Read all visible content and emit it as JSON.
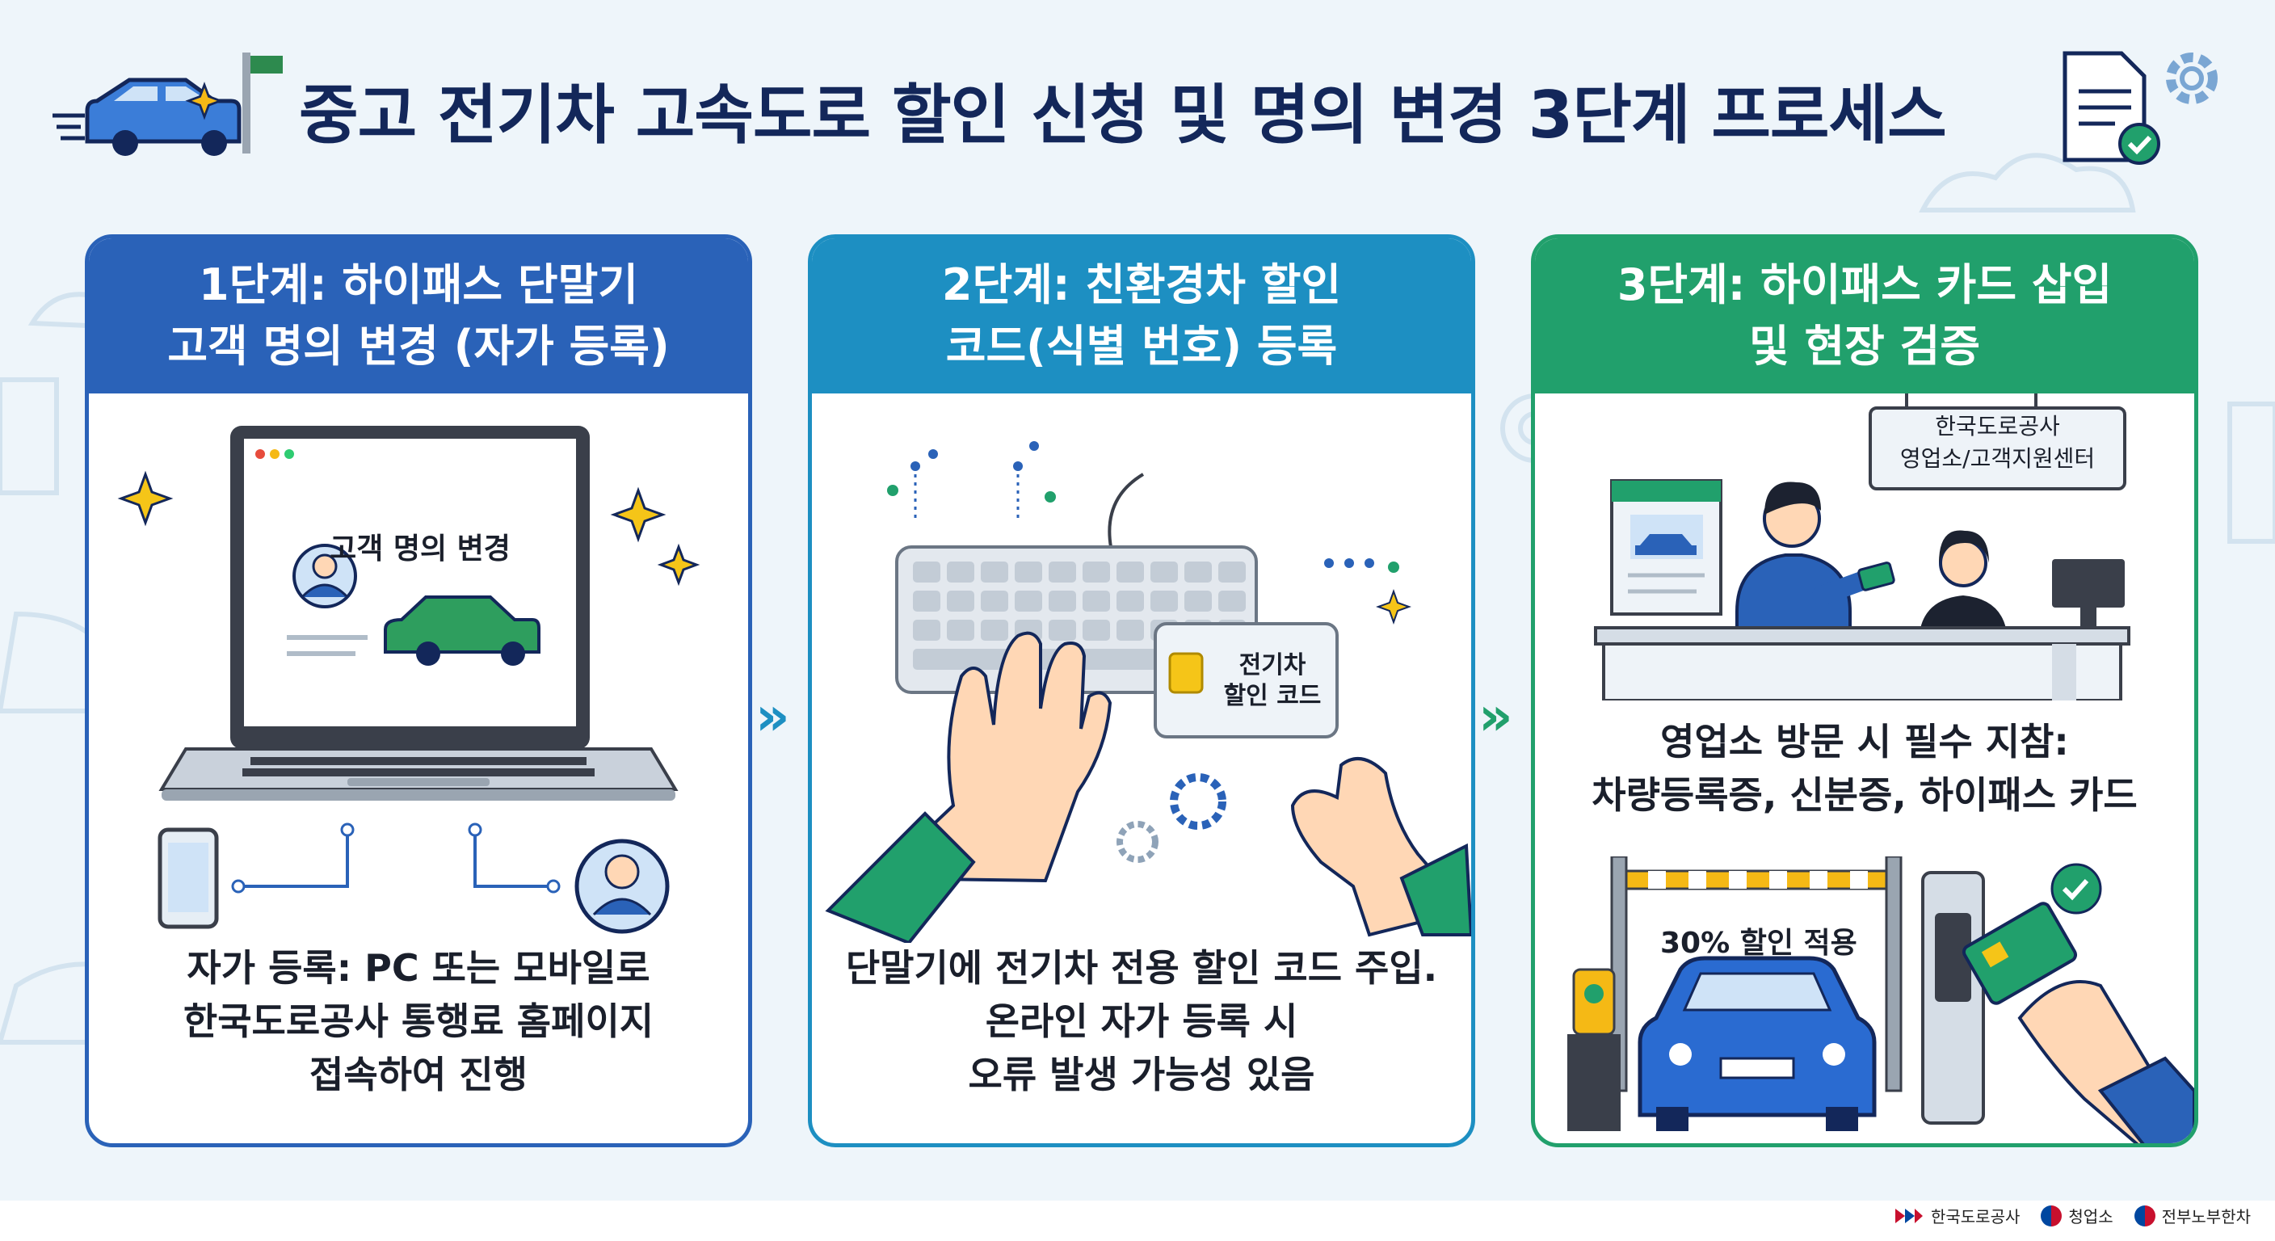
{
  "page": {
    "title": "중고 전기차 고속도로 할인 신청 및 명의 변경 3단계 프로세스"
  },
  "steps": [
    {
      "title_line1": "1단계: 하이패스 단말기",
      "title_line2": "고객 명의 변경 (자가 등록)",
      "screen_label": "고객 명의 변경",
      "desc_line1": "자가 등록: PC 또는 모바일로",
      "desc_line2": "한국도로공사 통행료 홈페이지",
      "desc_line3": "접속하여 진행"
    },
    {
      "title_line1": "2단계: 친환경차 할인",
      "title_line2": "코드(식별 번호) 등록",
      "card_label_line1": "전기차",
      "card_label_line2": "할인 코드",
      "desc_line1": "단말기에 전기차 전용 할인 코드 주입.",
      "desc_line2": "온라인 자가 등록 시",
      "desc_line3": "오류 발생 가능성 있음"
    },
    {
      "title_line1": "3단계: 하이패스 카드 삽입",
      "title_line2": "및 현장 검증",
      "office_sign_line1": "한국도로공사",
      "office_sign_line2": "영업소/고객지원센터",
      "note_line1": "영업소 방문 시 필수 지참:",
      "note_line2": "차량등록증, 신분증, 하이패스 카드",
      "discount_label": "30% 할인 적용"
    }
  ],
  "footer": {
    "logo1": "한국도로공사",
    "logo2": "청업소",
    "logo3": "전부노부한차"
  },
  "colors": {
    "step1": "#2a62b8",
    "step2": "#1d8fc2",
    "step3": "#21a06c",
    "title": "#13275a"
  }
}
